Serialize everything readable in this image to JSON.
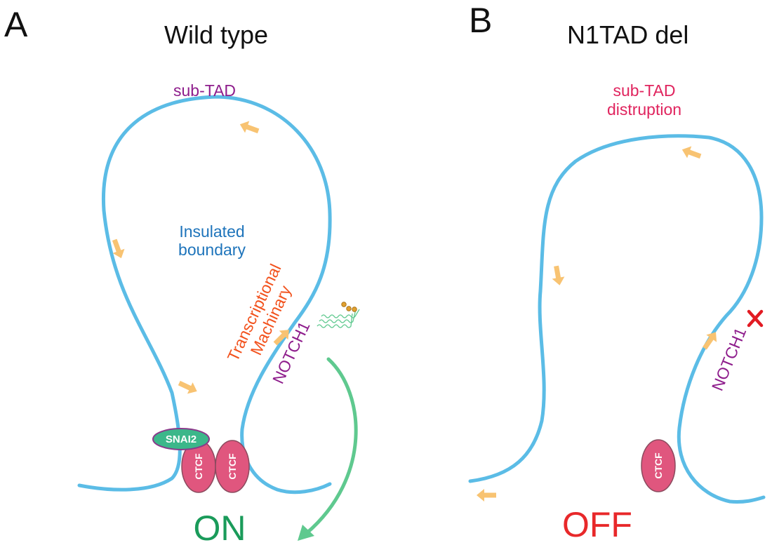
{
  "colors": {
    "chromatin": "#5bbce6",
    "arrow": "#f8c372",
    "ctcf_fill": "#e0567e",
    "ctcf_stroke": "#8b4a5e",
    "snai2_fill": "#3cb78a",
    "snai2_stroke": "#8a3a8a",
    "purple_text": "#8e1d8c",
    "blue_text": "#1e74bb",
    "orange_text": "#f2511c",
    "pink_text": "#e0245e",
    "green": "#5fc98f",
    "on_color": "#1a9b5a",
    "off_color": "#e8282a",
    "red_x": "#e21b23"
  },
  "panel_a": {
    "letter": "A",
    "title": "Wild type",
    "subtad_label": "sub-TAD",
    "insulated_line1": "Insulated",
    "insulated_line2": "boundary",
    "machinery_line1": "Transcriptional",
    "machinery_line2": "Machinary",
    "gene_label": "NOTCH1",
    "snai2_label": "SNAI2",
    "ctcf_left_label": "CTCF",
    "ctcf_right_label": "CTCF",
    "state_label": "ON"
  },
  "panel_b": {
    "letter": "B",
    "title": "N1TAD del",
    "disruption_line1": "sub-TAD",
    "disruption_line2": "distruption",
    "gene_label": "NOTCH1",
    "ctcf_label": "CTCF",
    "state_label": "OFF"
  },
  "icons": {
    "transcript": "rna-transcript-icon",
    "blocked": "red-x-icon",
    "activation": "curved-arrow-icon"
  }
}
